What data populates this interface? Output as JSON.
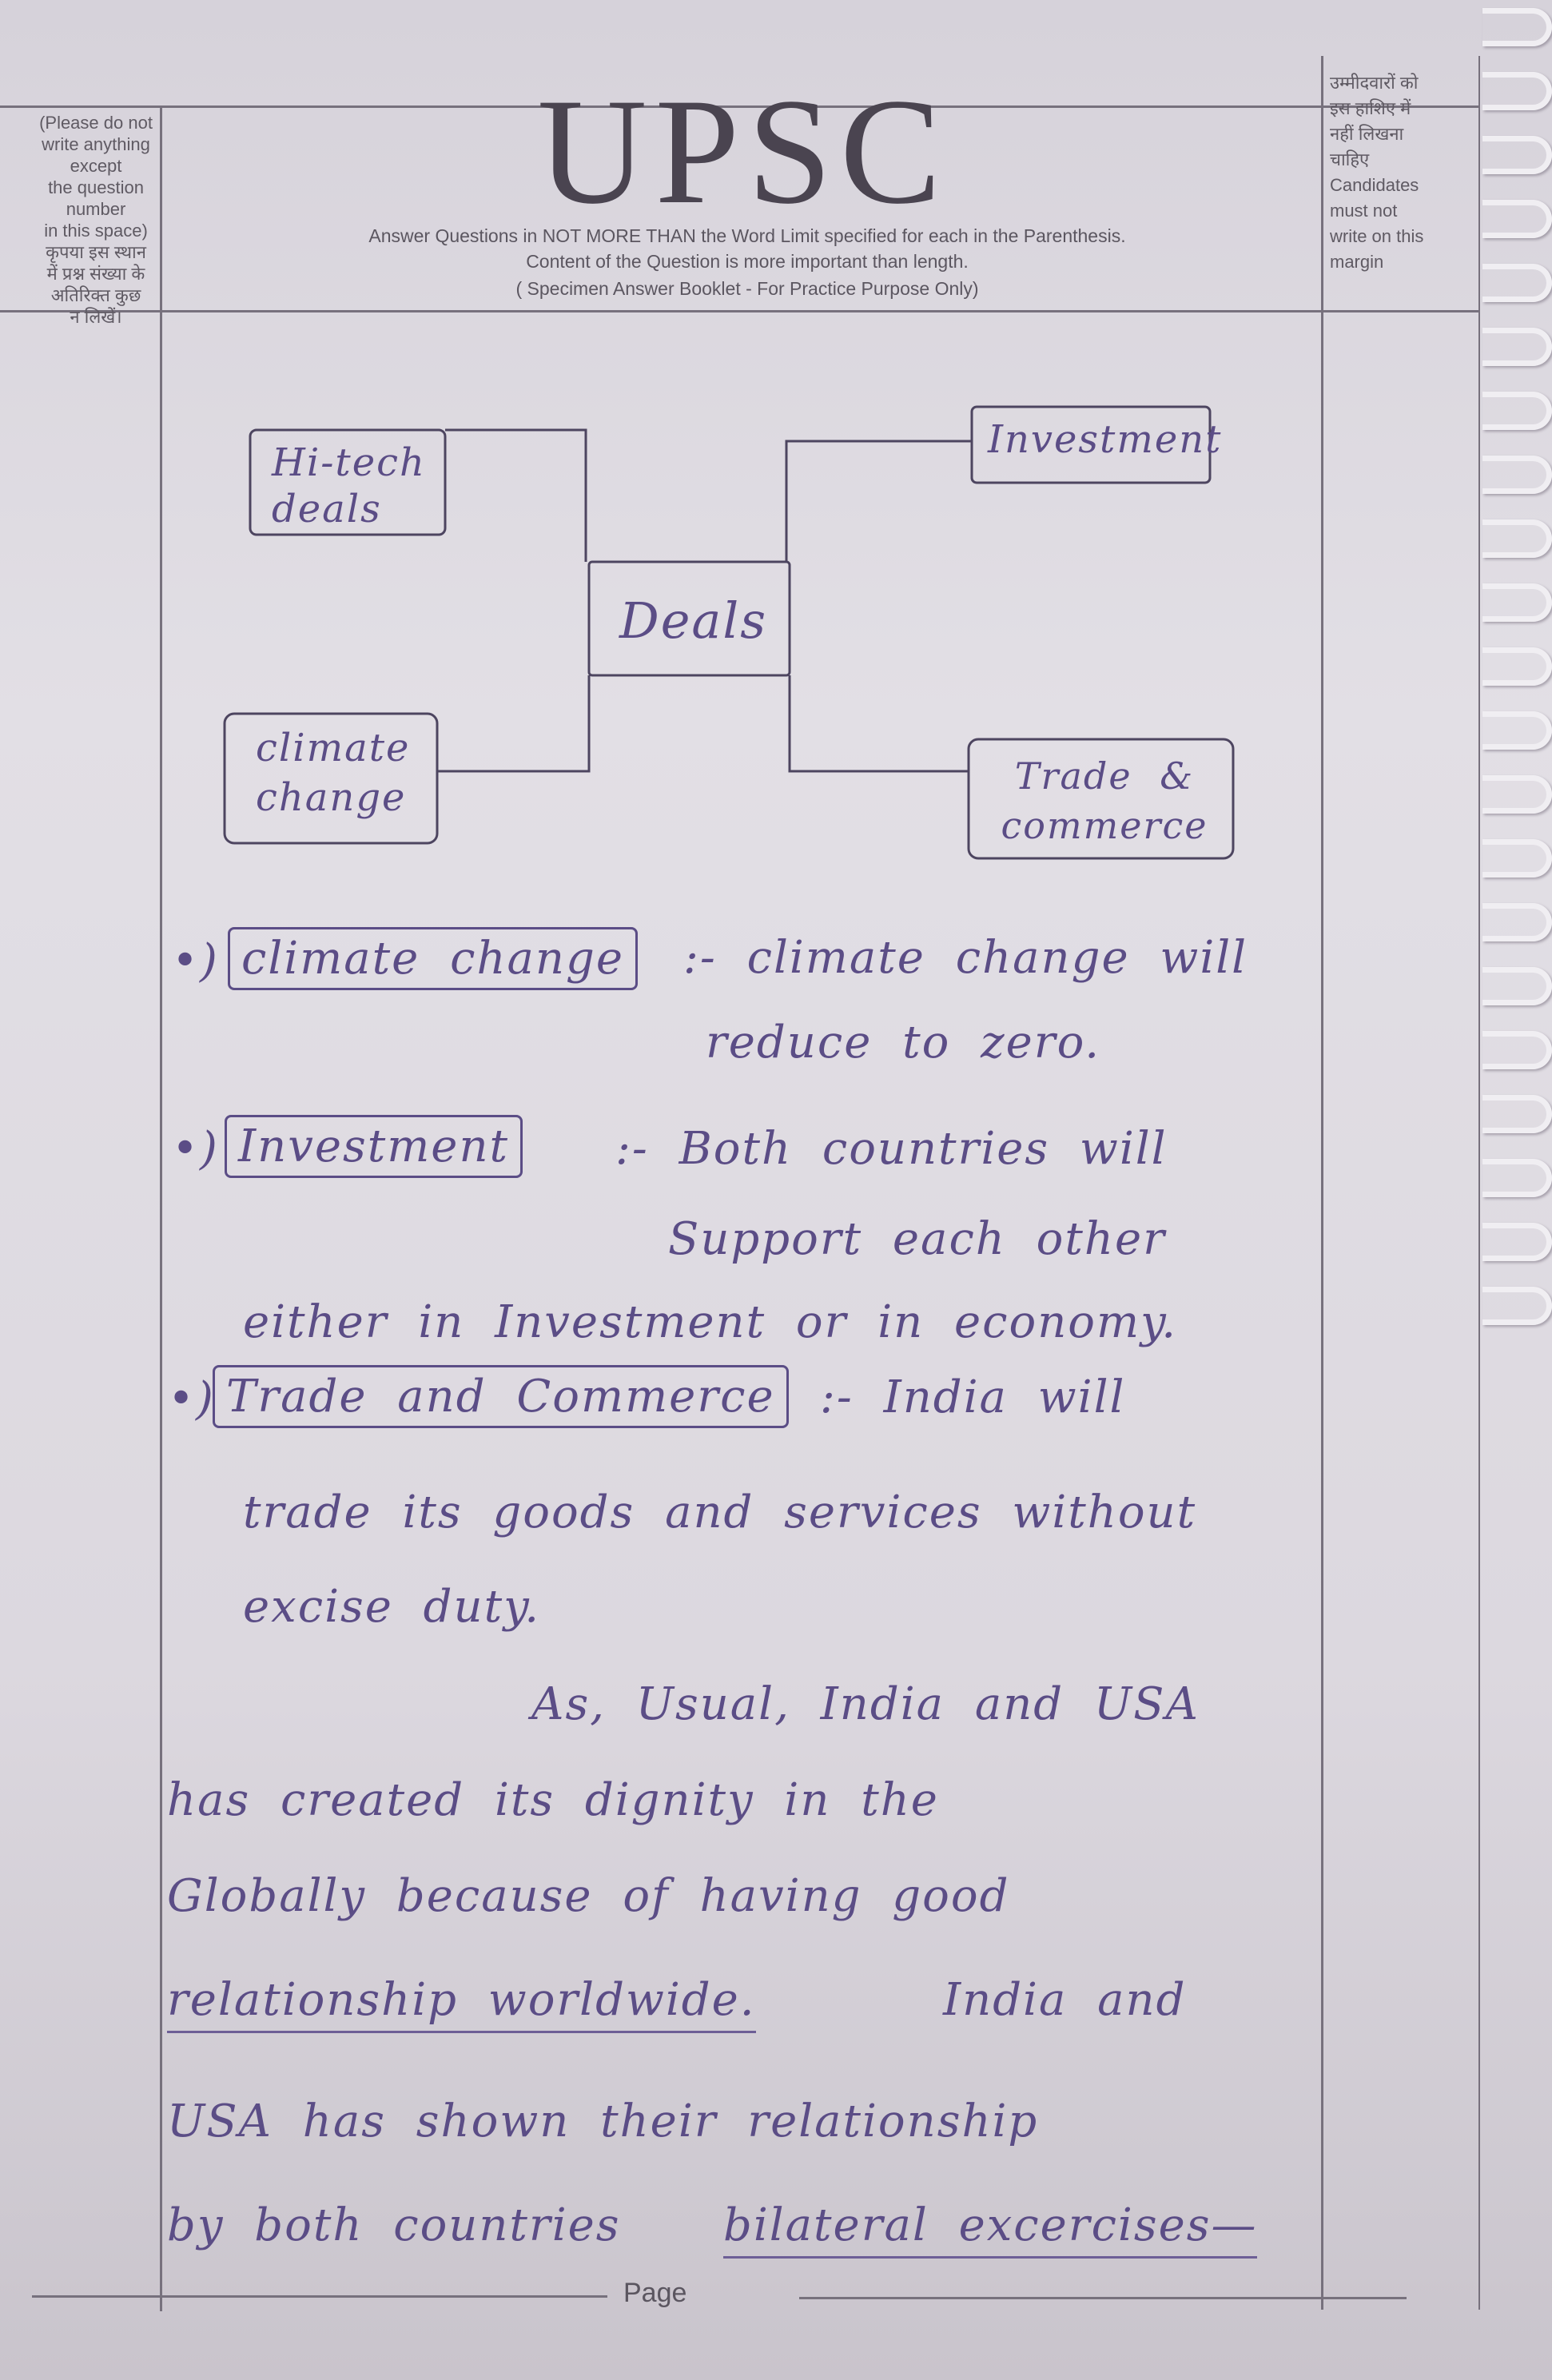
{
  "header": {
    "title": "UPSC",
    "instructions": [
      "Answer Questions in NOT MORE THAN the Word Limit specified for each in the Parenthesis.",
      "Content of the Question is more important than length.",
      "( Specimen Answer Booklet - For Practice Purpose Only)"
    ],
    "left_margin_note": [
      "(Please do not",
      "write anything except",
      "the question number",
      "in this space)",
      "कृपया इस स्थान",
      "में प्रश्न संख्या के",
      "अतिरिक्त कुछ",
      "न लिखें।"
    ],
    "right_margin_note": [
      "उम्मीदवारों को",
      "इस हाशिए में",
      "नहीं लिखना",
      "चाहिए",
      "Candidates",
      "must not",
      "write on this",
      "margin"
    ]
  },
  "diagram": {
    "center": "Deals",
    "left": [
      "Hi-tech deals",
      "climate change"
    ],
    "right": [
      "Investment",
      "Trade & commerce"
    ]
  },
  "answer": {
    "bullets": [
      {
        "marker": "•)",
        "term": "climate change",
        "text": ":- climate change will",
        "cont": [
          "reduce to zero."
        ]
      },
      {
        "marker": "•)",
        "term": "Investment",
        "text": ":- Both countries will",
        "cont": [
          "Support each other",
          "either in Investment or in economy."
        ]
      },
      {
        "marker": "•)",
        "term": "Trade and Commerce",
        "text": ":- India will",
        "cont": [
          "trade its goods and services without",
          "excise duty."
        ]
      }
    ],
    "paragraph": {
      "l1": "As, Usual, India and USA",
      "l2": "has created its dignity in the",
      "l3": "Globally because of having good",
      "l4a": "relationship worldwide.",
      "l4b": "India and",
      "l5": "USA has shown their relationship",
      "l6a": "by both countries",
      "l6b": "bilateral excercises—"
    }
  },
  "footer": {
    "page_label": "Page"
  },
  "colors": {
    "ink": "#5b4d86",
    "paper": "#dedae1",
    "print": "#5b5660"
  }
}
